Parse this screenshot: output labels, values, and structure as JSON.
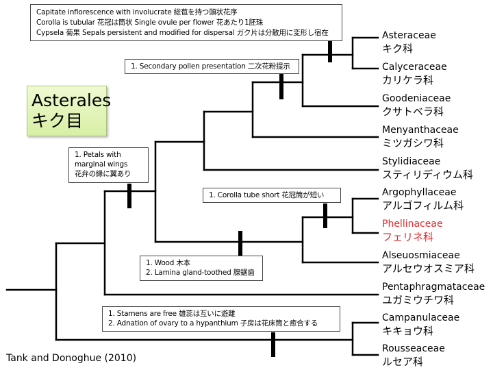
{
  "title_box": {
    "latin": "Asterales",
    "japanese": "キク目",
    "fill_color": "#e3f5bb"
  },
  "citation": "Tank and Donoghue (2010)",
  "highlight_color": "#e8262b",
  "taxa": [
    {
      "latin": "Asteraceae",
      "japanese": "キク科",
      "highlight": false
    },
    {
      "latin": "Calyceraceae",
      "japanese": "カリケラ科",
      "highlight": false
    },
    {
      "latin": "Goodeniaceae",
      "japanese": "クサトベラ科",
      "highlight": false
    },
    {
      "latin": "Menyanthaceae",
      "japanese": "ミツガシワ科",
      "highlight": false
    },
    {
      "latin": "Stylidiaceae",
      "japanese": "スティリディウム科",
      "highlight": false
    },
    {
      "latin": "Argophyllaceae",
      "japanese": "アルゴフィルム科",
      "highlight": false
    },
    {
      "latin": "Phellinaceae",
      "japanese": "フェリネ科",
      "highlight": true
    },
    {
      "latin": "Alseuosmiaceae",
      "japanese": "アルセウオスミア科",
      "highlight": false
    },
    {
      "latin": "Pentaphragmataceae",
      "japanese": "ユガミウチワ科",
      "highlight": false
    },
    {
      "latin": "Campanulaceae",
      "japanese": "キキョウ科",
      "highlight": false
    },
    {
      "latin": "Rousseaceae",
      "japanese": "ルセア科",
      "highlight": false
    }
  ],
  "synapomorphies": {
    "asteraceae_calyceraceae": [
      "Capitate inflorescence with involucrate 総苞を持つ頭状花序",
      "Corolla is tubular 花冠は筒状   Single ovule per flower 花あたり1胚珠",
      "Cypsela 菊果   Sepals persistent and modified for dispersal ガク片は分散用に変形し宿在"
    ],
    "secondary_pollen": [
      "1. Secondary pollen presentation 二次花粉提示"
    ],
    "petals_wings": [
      "1. Petals with",
      "marginal wings",
      "花弁の縁に翼あり"
    ],
    "corolla_tube": [
      "1. Corolla tube short   花冠筒が短い"
    ],
    "wood": [
      "1. Wood   木本",
      "2. Lamina gland-toothed   腺鋸歯"
    ],
    "stamens": [
      "1. Stamens are free 雄蕊は互いに遊離",
      "2. Adnation of ovary to a hypanthium 子房は花床筒と癒合する"
    ]
  }
}
